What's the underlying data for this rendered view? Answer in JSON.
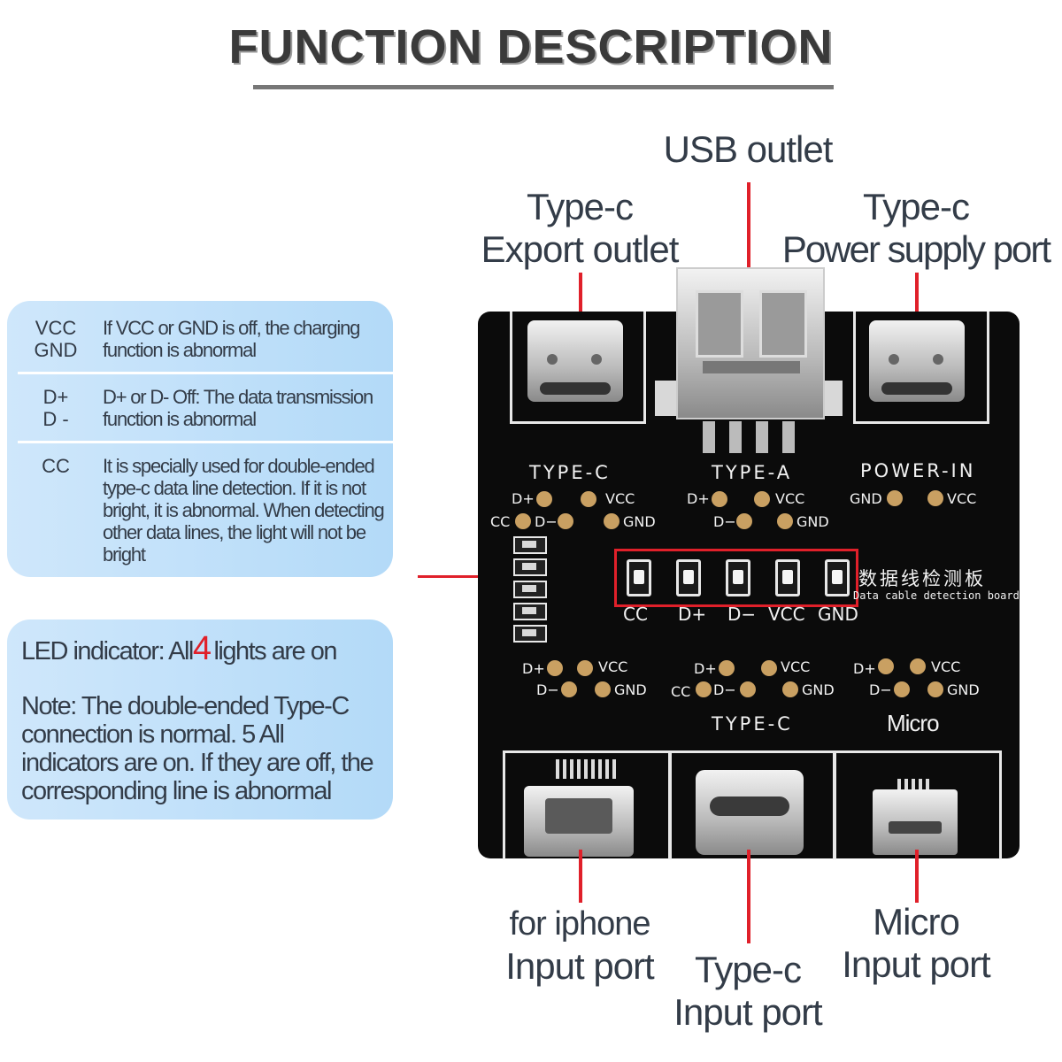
{
  "title": "FUNCTION DESCRIPTION",
  "ports_top": {
    "typec_export": [
      "Type-c",
      "Export outlet"
    ],
    "usb_outlet": "USB outlet",
    "typec_power": [
      "Type-c",
      "Power supply port"
    ]
  },
  "ports_bottom": {
    "iphone_input": [
      "for iphone",
      "Input port"
    ],
    "typec_input": [
      "Type-c",
      "Input port"
    ],
    "micro_input": [
      "Micro",
      "Input port"
    ]
  },
  "line_info": [
    {
      "key": "VCC\nGND",
      "desc": "If VCC or GND is off, the charging function is abnormal"
    },
    {
      "key": "D+\nD -",
      "desc": "D+ or D- Off: The data transmission function is abnormal"
    },
    {
      "key": "CC",
      "desc": "It is specially used for double-ended type-c data line detection. If it is not bright, it is abnormal. When detecting other data lines, the light will not be bright"
    }
  ],
  "led_box": {
    "prefix": "LED indicator: All",
    "count": "4",
    "suffix": "lights are on",
    "note": "Note: The double-ended Type-C connection is normal. 5 All indicators are on. If they are off, the corresponding line is abnormal"
  },
  "board": {
    "top_sections": [
      "TYPE-C",
      "TYPE-A",
      "POWER-IN"
    ],
    "bottom_sections": [
      "TYPE-C",
      "Micro"
    ],
    "led_labels": [
      "CC",
      "D+",
      "D−",
      "VCC",
      "GND"
    ],
    "chinese_title": "数据线检测板",
    "english_title": "Data cable detection board",
    "pad_labels": {
      "dplus": "D+",
      "dminus": "D−",
      "cc": "CC",
      "vcc": "VCC",
      "gnd": "GND"
    }
  },
  "colors": {
    "accent_red": "#e0202a",
    "box_blue": "#b3daf8",
    "board": "#0b0b0b",
    "pad_gold": "#c9a062"
  }
}
